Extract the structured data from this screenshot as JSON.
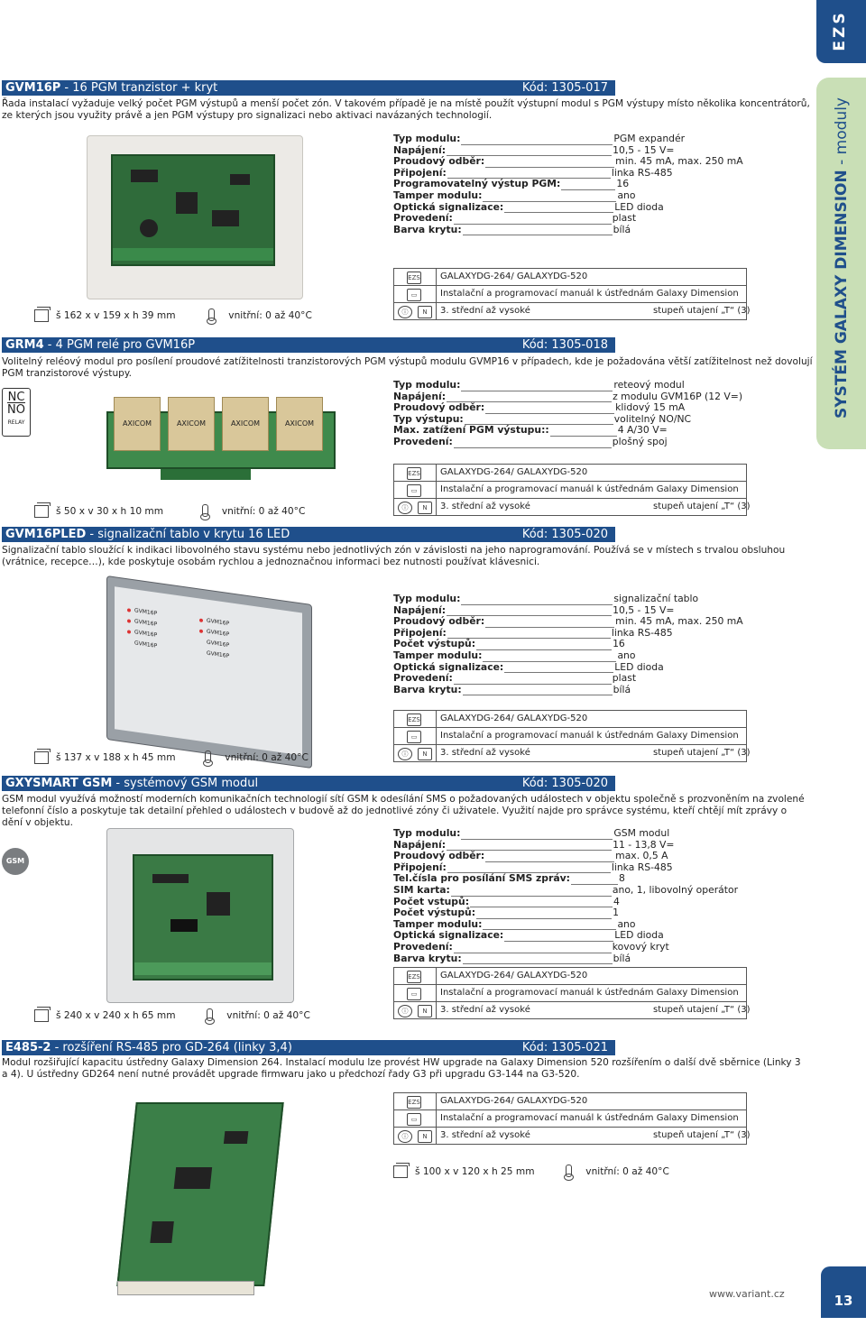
{
  "side": {
    "tab": "EZS",
    "band_bold": "SYSTÉM GALAXY DIMENSION",
    "band_light": " - moduly",
    "page": "13",
    "url": "www.variant.cz"
  },
  "sections": [
    {
      "title": "GVM16P",
      "subtitle": " - 16 PGM tranzistor + kryt",
      "code": "Kód: 1305-017",
      "desc": [
        "Řada instalací vyžaduje velký počet PGM výstupů a menší počet zón. V takovém případě je na místě použít výstupní modul s PGM výstupy místo několika koncentrátorů,",
        "ze kterých jsou využity právě a jen PGM výstupy pro signalizaci nebo aktivaci navázaných technologií."
      ],
      "specs": [
        {
          "label": "Typ modulu:",
          "value": "PGM expandér"
        },
        {
          "label": "Napájení:",
          "value": "10,5 - 15 V="
        },
        {
          "label": "Proudový odběr:",
          "value": "min. 45 mA, max. 250 mA"
        },
        {
          "label": "Připojení:",
          "value": "linka RS-485"
        },
        {
          "label": "Programovatelný výstup PGM:",
          "value": "16"
        },
        {
          "label": "Tamper modulu:",
          "value": "ano"
        },
        {
          "label": "Optická signalizace:",
          "value": "LED dioda"
        },
        {
          "label": "Provedení:",
          "value": "plast"
        },
        {
          "label": "Barva krytu:",
          "value": "bílá"
        }
      ],
      "compat": "GALAXYDG-264/ GALAXYDG-520",
      "manual": "Instalační a programovací manuál k ústřednám Galaxy Dimension",
      "grade": "3. střední až vysoké",
      "secret": "stupeň utajení „T“ (3)",
      "dimensions": "š 162 x v 159 x h 39 mm",
      "temp": "vnitřní: 0 až 40°C"
    },
    {
      "title": "GRM4",
      "subtitle": " - 4 PGM relé pro GVM16P",
      "code": "Kód: 1305-018",
      "desc": [
        "Volitelný reléový modul pro posílení proudové zatížitelnosti tranzistorových PGM výstupů modulu GVMP16 v případech, kde je požadována větší zatížitelnost než dovolují",
        "PGM tranzistorové výstupy."
      ],
      "specs": [
        {
          "label": "Typ modulu:",
          "value": "reteový modul"
        },
        {
          "label": "Napájení:",
          "value": "z modulu GVM16P (12 V=)"
        },
        {
          "label": "Proudový odběr:",
          "value": "klidový 15 mA"
        },
        {
          "label": "Typ výstupu:",
          "value": "volitelný NO/NC"
        },
        {
          "label": "Max. zatížení PGM výstupu::",
          "value": "4 A/30 V="
        },
        {
          "label": "Provedení:",
          "value": "plošný spoj"
        }
      ],
      "relay_badge": [
        "NC",
        "NO",
        "RELAY"
      ],
      "compat": "GALAXYDG-264/ GALAXYDG-520",
      "manual": "Instalační a programovací manuál k ústřednám Galaxy Dimension",
      "grade": "3. střední až vysoké",
      "secret": "stupeň utajení „T“ (3)",
      "dimensions": "š 50 x v 30 x h 10 mm",
      "temp": "vnitřní: 0 až 40°C"
    },
    {
      "title": "GVM16PLED",
      "subtitle": " - signalizační tablo v krytu 16 LED",
      "code": "Kód: 1305-020",
      "desc": [
        "Signalizační tablo sloužící k indikaci libovolného stavu systému nebo jednotlivých zón v závislosti na jeho naprogramování. Používá se v místech s trvalou obsluhou",
        "(vrátnice, recepce…), kde poskytuje osobám rychlou a jednoznačnou informaci bez nutnosti používat klávesnici."
      ],
      "specs": [
        {
          "label": "Typ modulu:",
          "value": "signalizační tablo"
        },
        {
          "label": "Napájení:",
          "value": "10,5 - 15 V="
        },
        {
          "label": "Proudový odběr:",
          "value": "min. 45 mA, max. 250 mA"
        },
        {
          "label": "Připojení:",
          "value": "linka RS-485"
        },
        {
          "label": "Počet výstupů:",
          "value": "16"
        },
        {
          "label": "Tamper modulu:",
          "value": "ano"
        },
        {
          "label": "Optická signalizace:",
          "value": "LED dioda"
        },
        {
          "label": "Provedení:",
          "value": "plast"
        },
        {
          "label": "Barva krytu:",
          "value": "bílá"
        }
      ],
      "compat": "GALAXYDG-264/ GALAXYDG-520",
      "manual": "Instalační a programovací manuál k ústřednám Galaxy Dimension",
      "grade": "3. střední až vysoké",
      "secret": "stupeň utajení „T“ (3)",
      "dimensions": "š 137 x v 188 x h 45 mm",
      "temp": "vnitřní: 0 až 40°C"
    },
    {
      "title": "GXYSMART GSM",
      "subtitle": " - systémový GSM modul",
      "code": "Kód: 1305-020",
      "desc": [
        "GSM modul využívá možností moderních komunikačních technologií sítí GSM k odesílání SMS o požadovaných událostech v objektu společně s prozvoněním na zvolené",
        "telefonní číslo a poskytuje tak detailní přehled o událostech v budově až do jednotlivé zóny či uživatele. Využití najde pro správce systému, kteří chtějí mít zprávy o",
        "dění v objektu."
      ],
      "specs": [
        {
          "label": "Typ modulu:",
          "value": "GSM modul"
        },
        {
          "label": "Napájení:",
          "value": "11 - 13,8 V="
        },
        {
          "label": "Proudový odběr:",
          "value": "max. 0,5 A"
        },
        {
          "label": "Připojení:",
          "value": "linka RS-485"
        },
        {
          "label": "Tel.čísla pro posílání SMS zpráv:",
          "value": "8"
        },
        {
          "label": "SIM karta:",
          "value": "ano, 1, libovolný operátor"
        },
        {
          "label": "Počet vstupů:",
          "value": "4"
        },
        {
          "label": "Počet výstupů:",
          "value": "1"
        },
        {
          "label": "Tamper modulu:",
          "value": "ano"
        },
        {
          "label": "Optická signalizace:",
          "value": "LED dioda"
        },
        {
          "label": "Provedení:",
          "value": "kovový kryt"
        },
        {
          "label": "Barva krytu:",
          "value": "bílá"
        }
      ],
      "gsm_badge": "GSM",
      "compat": "GALAXYDG-264/ GALAXYDG-520",
      "manual": "Instalační a programovací manuál k ústřednám Galaxy Dimension",
      "grade": "3. střední až vysoké",
      "secret": "stupeň utajení „T“ (3)",
      "dimensions": "š 240 x v 240 x h 65 mm",
      "temp": "vnitřní: 0 až 40°C"
    },
    {
      "title": "E485-2",
      "subtitle": " - rozšíření RS-485 pro GD-264 (linky 3,4)",
      "code": "Kód: 1305-021",
      "desc": [
        "Modul rozšiřující kapacitu ústředny Galaxy Dimension 264. Instalací modulu lze provést HW upgrade na Galaxy Dimension 520 rozšířením o další dvě sběrnice (Linky 3",
        "a 4). U ústředny GD264 není nutné provádět upgrade firmwaru jako u předchozí řady G3 při upgradu G3-144 na G3-520."
      ],
      "compat": "GALAXYDG-264/ GALAXYDG-520",
      "manual": "Instalační a programovací manuál k ústřednám Galaxy Dimension",
      "grade": "3. střední až vysoké",
      "secret": "stupeň utajení „T“ (3)",
      "dimensions": "š 100 x v 120 x h 25 mm",
      "temp": "vnitřní: 0 až 40°C"
    }
  ],
  "tablo_labels": [
    "GVM16P",
    "GVM16P",
    "GVM16P",
    "GVM16P",
    "GVM16P",
    "GVM16P",
    "GVM16P",
    "GVM16P"
  ],
  "relay_brand": "AXICOM"
}
